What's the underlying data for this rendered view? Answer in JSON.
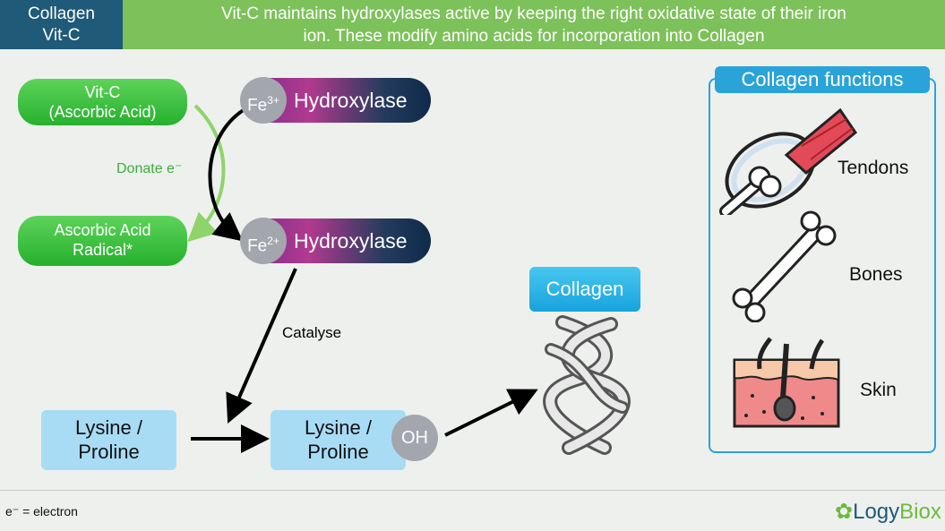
{
  "header": {
    "left_line1": "Collagen",
    "left_line2": "Vit-C",
    "right_line1": "Vit-C maintains hydroxylases active by keeping the right oxidative state of their iron",
    "right_line2": "ion. These modify amino acids for incorporation into Collagen"
  },
  "vitc": {
    "line1": "Vit-C",
    "line2": "(Ascorbic Acid)"
  },
  "radical": {
    "line1": "Ascorbic Acid",
    "line2": "Radical*"
  },
  "donate": "Donate e⁻",
  "enzyme1": {
    "fe": "Fe",
    "charge": "3+",
    "name": "Hydroxylase"
  },
  "enzyme2": {
    "fe": "Fe",
    "charge": "2+",
    "name": "Hydroxylase"
  },
  "catalyse": "Catalyse",
  "substrate": {
    "line1": "Lysine /",
    "line2": "Proline"
  },
  "product": {
    "line1": "Lysine /",
    "line2": "Proline",
    "oh": "OH"
  },
  "collagen_label": "Collagen",
  "functions": {
    "title": "Collagen functions",
    "items": [
      {
        "label": "Tendons",
        "icon": "tendon-icon"
      },
      {
        "label": "Bones",
        "icon": "bone-icon"
      },
      {
        "label": "Skin",
        "icon": "skin-icon"
      }
    ]
  },
  "footnote": "e⁻ = electron",
  "brand": {
    "part1": "Logy",
    "part2": "Biox"
  },
  "colors": {
    "header_left": "#1f5a78",
    "header_right": "#7dc15a",
    "green": "#26b02d",
    "accent_blue": "#2aa3d8",
    "box_blue": "#a8dcf5"
  }
}
